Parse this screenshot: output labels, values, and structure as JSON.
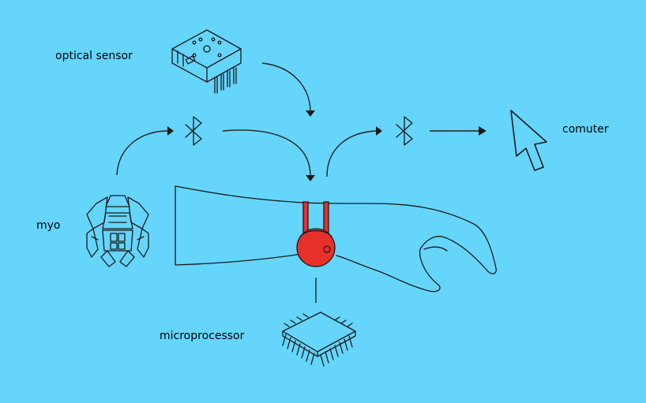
{
  "labels": {
    "optical_sensor": "optical sensor",
    "myo": "myo",
    "computer": "comuter",
    "microprocessor": "microprocessor"
  },
  "colors": {
    "background": "#65d5fc",
    "device_red": "#e8302a",
    "ink": "#1a1a1a"
  },
  "icons": [
    "optical-sensor-icon",
    "myo-armband-icon",
    "bluetooth-icon",
    "bluetooth-icon",
    "cursor-icon",
    "microchip-icon",
    "wristband-device-icon"
  ]
}
